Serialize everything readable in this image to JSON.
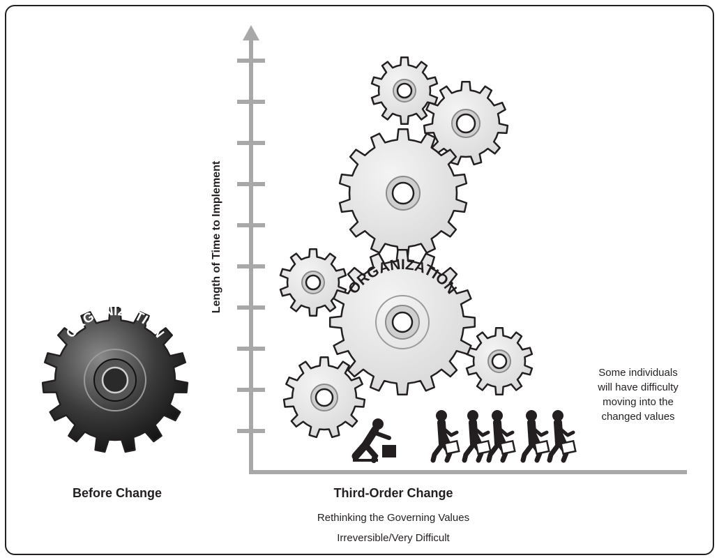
{
  "before": {
    "gear_text": "ORGANIZATION",
    "label": "Before Change"
  },
  "after": {
    "gear_text": "ORGANIZATION",
    "title": "Third-Order Change",
    "line1": "Rethinking the Governing Values",
    "line2": "Irreversible/Very Difficult"
  },
  "y_axis_label": "Length of Time to Implement",
  "note_lines": [
    "Some individuals",
    "will have difficulty",
    "moving into the",
    "changed values"
  ],
  "colors": {
    "ink": "#231f20",
    "gear_light": "#e3e3e3",
    "gear_dark": "#2b2b2b",
    "axis": "#a8a8a8"
  }
}
